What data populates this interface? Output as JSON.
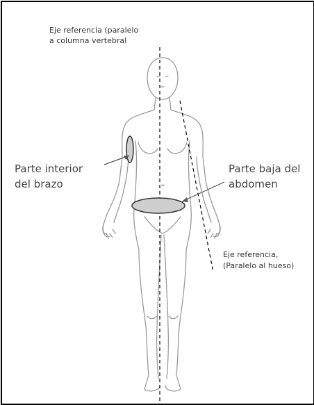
{
  "labels": {
    "ref_spine_line1": "Eje referencia (paralelo",
    "ref_spine_line2": "a columna vertebral",
    "inner_arm_line1": "Parte interior",
    "inner_arm_line2": "del brazo",
    "lower_abdomen_line1": "Parte baja del",
    "lower_abdomen_line2": "abdomen",
    "ref_bone_line1": "Eje referencia,",
    "ref_bone_line2": "(Paralelo al hueso)"
  },
  "colors": {
    "outline": "#9a9a9a",
    "region_fill": "#cfcfcf",
    "region_stroke": "#333333",
    "axis_line": "#000000"
  }
}
